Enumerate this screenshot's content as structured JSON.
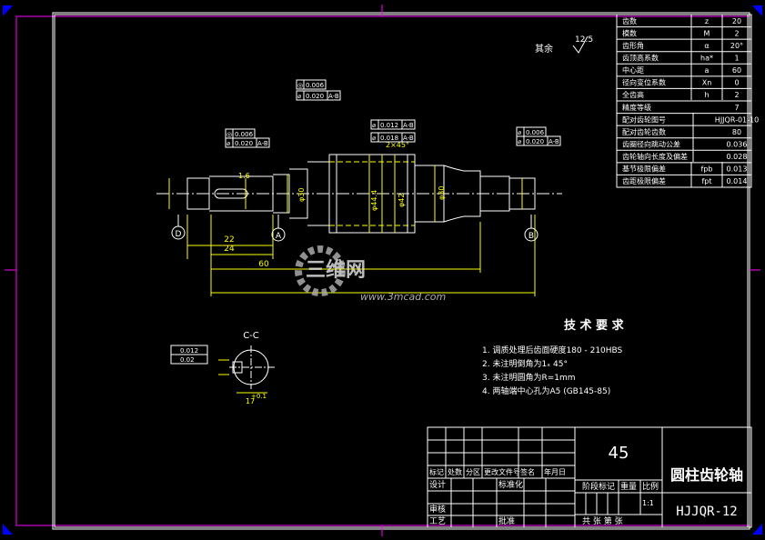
{
  "drawing": {
    "title": "圆柱齿轮轴",
    "code": "HJJQR-12",
    "material": "45",
    "scale": "1:1",
    "sheet_info": "共  张  第  张"
  },
  "surface_note": {
    "label": "其余",
    "roughness": "12.5"
  },
  "tech_requirements": {
    "heading": "技 术 要 求",
    "items": [
      "1.  调质处理后齿面硬度180 - 210HBS",
      "2.  未注明倒角为1ₓ 45°",
      "3.  未注明圆角为R=1mm",
      "4.  两轴端中心孔为A5 (GB145-85)"
    ]
  },
  "params": [
    [
      "齿数",
      "z",
      "20"
    ],
    [
      "模数",
      "M",
      "2"
    ],
    [
      "齿形角",
      "α",
      "20°"
    ],
    [
      "齿顶高系数",
      "ha*",
      "1"
    ],
    [
      "中心距",
      "a",
      "60"
    ],
    [
      "径向变位系数",
      "Xn",
      "0"
    ],
    [
      "全齿高",
      "h",
      "2"
    ],
    [
      "精度等级",
      "",
      "7"
    ],
    [
      "配对齿轮图号",
      "",
      "HJJQR-01-10"
    ],
    [
      "配对齿轮齿数",
      "",
      "80"
    ],
    [
      "齿圈径向跳动公差",
      "",
      "0.036"
    ],
    [
      "齿轮轴向长度及偏差",
      "",
      "0.028"
    ],
    [
      "基节极限偏差",
      "fpb",
      "0.013"
    ],
    [
      "齿距极限偏差",
      "fpt",
      "0.014"
    ]
  ],
  "title_block": {
    "rev_headers": [
      "标记",
      "处数",
      "分区",
      "更改文件号",
      "签名",
      "年月日"
    ],
    "row_design": "设计",
    "row_std": "标准化",
    "row_check": "审核",
    "row_process": "工艺",
    "row_approve": "批准",
    "stage_label": "阶段标记",
    "weight_label": "重量",
    "scale_label": "比例"
  },
  "datums": [
    "D",
    "A",
    "B"
  ],
  "tolerance_frames": [
    {
      "sym": "◎",
      "val": "0.006",
      "ref": ""
    },
    {
      "sym": "⌀",
      "val": "0.020",
      "ref": "A-B"
    },
    {
      "sym": "⌀",
      "val": "0.012",
      "ref": "A-B"
    },
    {
      "sym": "⌀",
      "val": "0.018",
      "ref": "A-B"
    },
    {
      "sym": "◎",
      "val": "0.006",
      "ref": ""
    },
    {
      "sym": "⌀",
      "val": "0.020",
      "ref": "A-B"
    },
    {
      "sym": "⌀",
      "val": "0.006",
      "ref": ""
    },
    {
      "sym": "⌀",
      "val": "0.020",
      "ref": "A-B"
    }
  ],
  "dimensions": {
    "d1": "22",
    "d2": "24",
    "d3": "60",
    "d4": "1.6",
    "diam_a": "φ30",
    "diam_b": "φ44.4",
    "diam_c": "φ42",
    "diam_d": "φ30",
    "chamfer": "2×45°",
    "section_label": "C-C",
    "sec_w": "17",
    "sec_tol1": "0.012",
    "sec_tol2": "0.02",
    "sec_d": "+0.1"
  },
  "watermark": {
    "brand": "三维网",
    "url": "www.3mcad.com"
  }
}
